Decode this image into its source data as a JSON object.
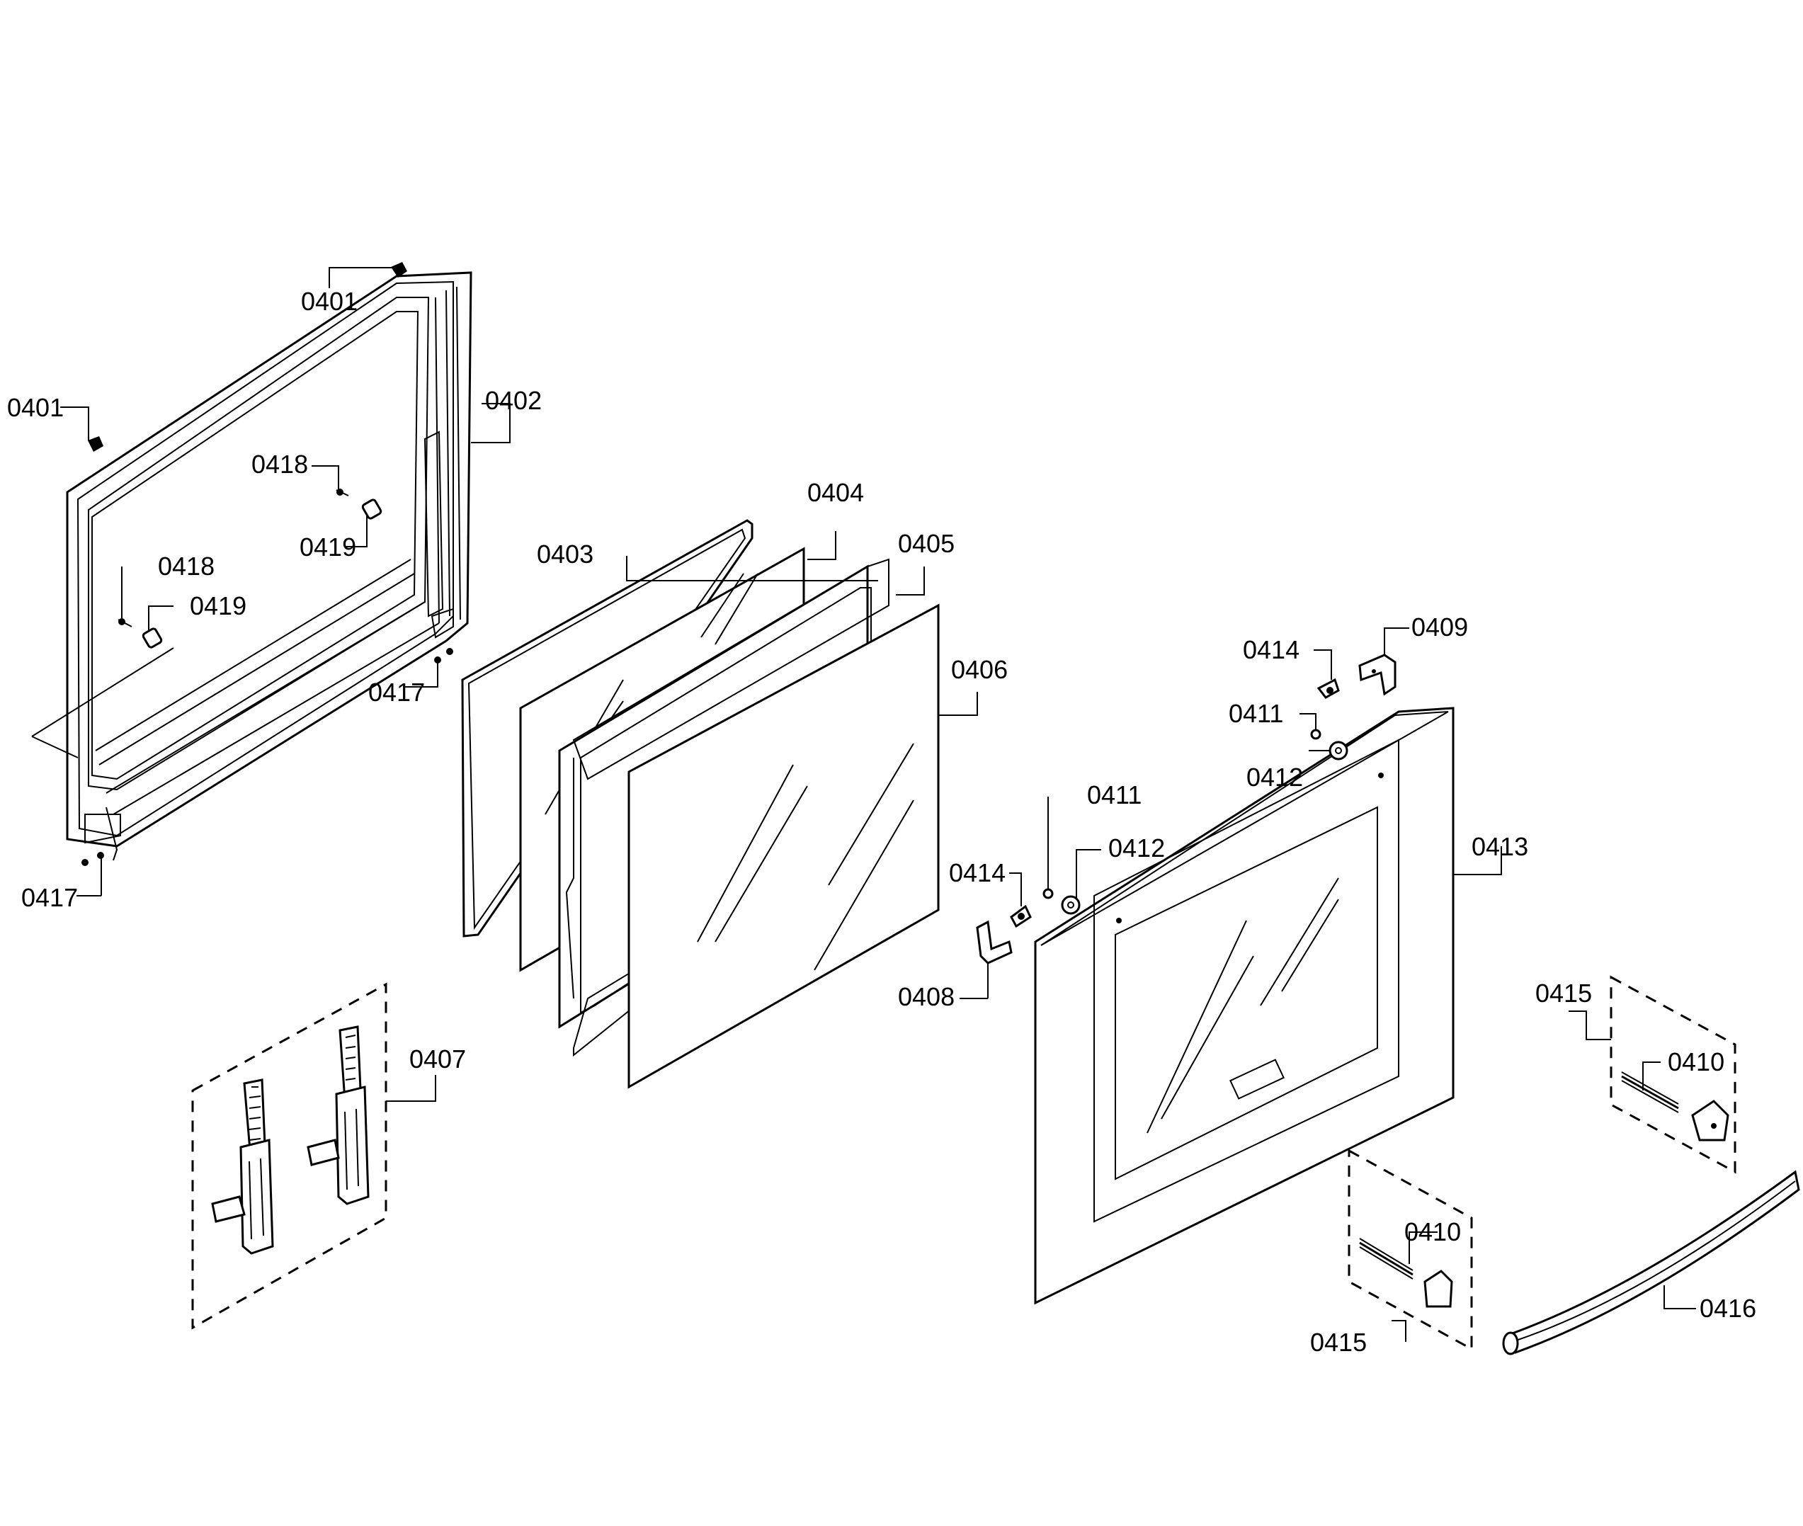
{
  "labels": {
    "0401": "0401",
    "0402": "0402",
    "0403": "0403",
    "0404": "0404",
    "0405": "0405",
    "0406": "0406",
    "0407": "0407",
    "0408": "0408",
    "0409": "0409",
    "0410": "0410",
    "0411": "0411",
    "0412": "0412",
    "0413": "0413",
    "0414": "0414",
    "0415": "0415",
    "0416": "0416",
    "0417": "0417",
    "0418": "0418",
    "0419": "0419"
  }
}
